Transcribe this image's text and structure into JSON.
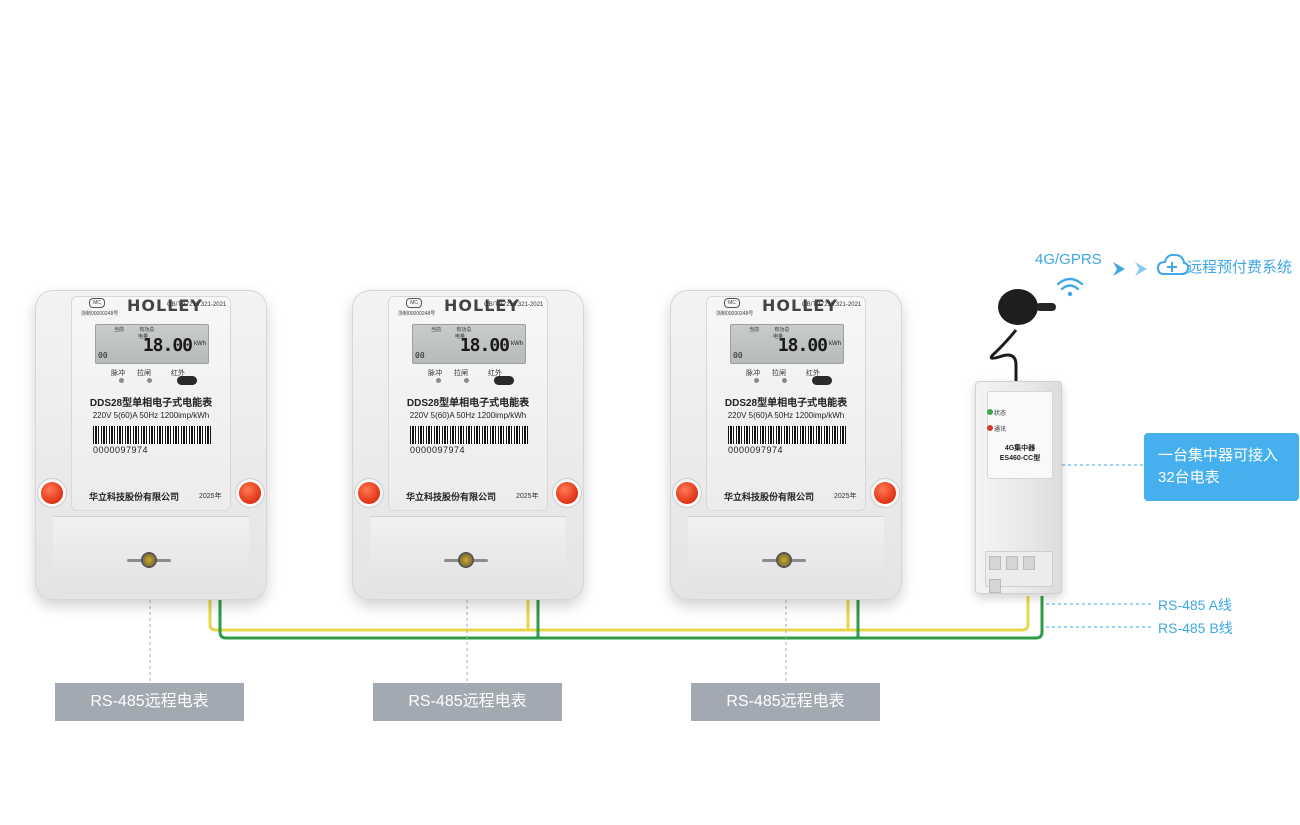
{
  "meters": [
    {
      "brand": "HOLLEY",
      "standard": "GB/T 17215.321-2021",
      "license": "浙制00000248号",
      "mc": "MC",
      "lcd_labels": [
        "当前",
        "有功总"
      ],
      "lcd_sub": "电量",
      "reading": "18.00",
      "unit": "kWh",
      "lcd_seg": "00",
      "indicators": [
        "脉冲",
        "拉闸",
        "红外"
      ],
      "model": "DDS28型单相电子式电能表",
      "spec": "220V  5(60)A  50Hz  1200imp/kWh",
      "serial": "0000097974",
      "company": "华立科技股份有限公司",
      "year": "2025年"
    },
    {
      "brand": "HOLLEY",
      "standard": "GB/T 17215.321-2021",
      "license": "浙制00000248号",
      "mc": "MC",
      "lcd_labels": [
        "当前",
        "有功总"
      ],
      "lcd_sub": "电量",
      "reading": "18.00",
      "unit": "kWh",
      "lcd_seg": "00",
      "indicators": [
        "脉冲",
        "拉闸",
        "红外"
      ],
      "model": "DDS28型单相电子式电能表",
      "spec": "220V  5(60)A  50Hz  1200imp/kWh",
      "serial": "0000097974",
      "company": "华立科技股份有限公司",
      "year": "2025年"
    },
    {
      "brand": "HOLLEY",
      "standard": "GB/T 17215.321-2021",
      "license": "浙制00000248号",
      "mc": "MC",
      "lcd_labels": [
        "当前",
        "有功总"
      ],
      "lcd_sub": "电量",
      "reading": "18.00",
      "unit": "kWh",
      "lcd_seg": "00",
      "indicators": [
        "脉冲",
        "拉闸",
        "红外"
      ],
      "model": "DDS28型单相电子式电能表",
      "spec": "220V  5(60)A  50Hz  1200imp/kWh",
      "serial": "0000097974",
      "company": "华立科技股份有限公司",
      "year": "2025年"
    }
  ],
  "meter_tags": [
    "RS-485远程电表",
    "RS-485远程电表",
    "RS-485远程电表"
  ],
  "concentrator": {
    "status_label": "状态",
    "comm_label": "通讯",
    "name_line1": "4G集中器",
    "name_line2": "ES460-CC型"
  },
  "callout": {
    "line1": "一台集中器可接入",
    "line2": "32台电表"
  },
  "bus": {
    "a_label": "RS-485 A线",
    "b_label": "RS-485 B线"
  },
  "uplink": {
    "gprs": "4G/GPRS",
    "remote_system": "远程预付费系统"
  },
  "colors": {
    "accent": "#3ea8e6",
    "callout_bg": "#46b0ee",
    "tag_bg": "#a3a9b2",
    "wire_a": "#e4d84a",
    "wire_b": "#2e9b46",
    "status_led": "#3aa843",
    "comm_led": "#d83a2a"
  }
}
